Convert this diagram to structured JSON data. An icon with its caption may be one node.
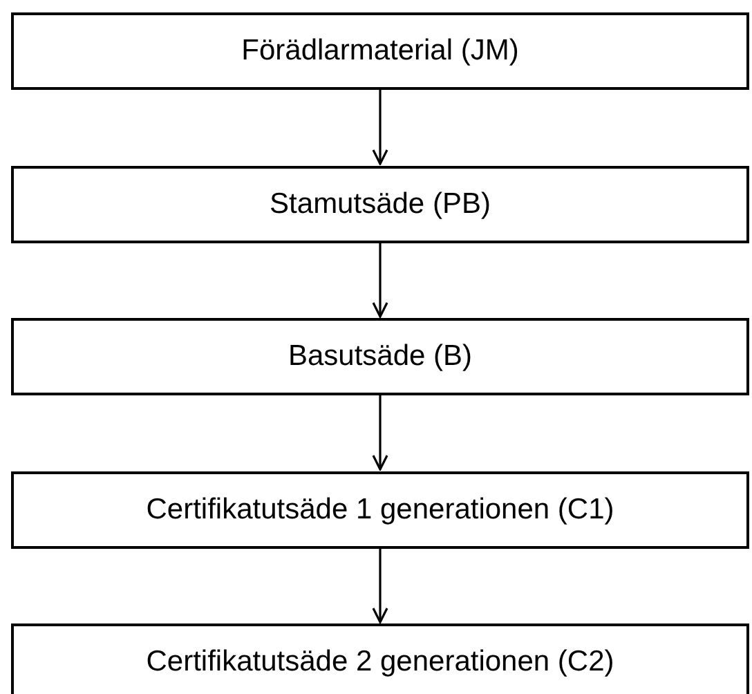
{
  "diagram": {
    "nodes": [
      {
        "text": [
          "Förädlarmaterial (JM)"
        ]
      },
      {
        "text": [
          "Stamutsäde (PB)"
        ]
      },
      {
        "text": [
          "Basutsäde (B)"
        ]
      },
      {
        "text": [
          "Certifikatutsäde 1 generationen (C1)"
        ]
      },
      {
        "text": [
          "Certifikatutsäde 2 generationen (C2)"
        ]
      }
    ],
    "edges": [
      {
        "from": 0,
        "to": 1,
        "arrow": "to"
      },
      {
        "from": 1,
        "to": 2,
        "arrow": "to"
      },
      {
        "from": 2,
        "to": 3,
        "arrow": "to"
      },
      {
        "from": 3,
        "to": 4,
        "arrow": "to"
      }
    ]
  }
}
